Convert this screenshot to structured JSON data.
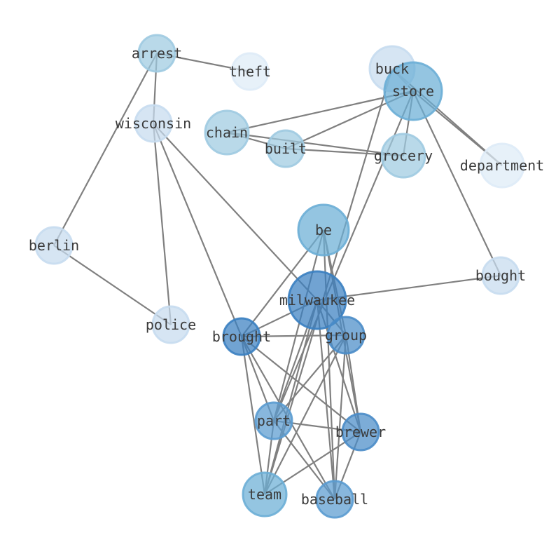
{
  "graph": {
    "nodes": [
      {
        "id": "arrest",
        "label": "arrest",
        "color": "#9ecae1",
        "level": 0.45
      },
      {
        "id": "theft",
        "label": "theft",
        "color": "#deebf7",
        "level": 0.1
      },
      {
        "id": "buck",
        "label": "buck",
        "color": "#c6dbef",
        "level": 0.25
      },
      {
        "id": "store",
        "label": "store",
        "color": "#6baed6",
        "level": 0.7
      },
      {
        "id": "wisconsin",
        "label": "wisconsin",
        "color": "#c6dbef",
        "level": 0.25
      },
      {
        "id": "chain",
        "label": "chain",
        "color": "#9ecae1",
        "level": 0.45
      },
      {
        "id": "built",
        "label": "built",
        "color": "#9ecae1",
        "level": 0.45
      },
      {
        "id": "grocery",
        "label": "grocery",
        "color": "#9ecae1",
        "level": 0.45
      },
      {
        "id": "department",
        "label": "department",
        "color": "#deebf7",
        "level": 0.1
      },
      {
        "id": "berlin",
        "label": "berlin",
        "color": "#c6dbef",
        "level": 0.25
      },
      {
        "id": "be",
        "label": "be",
        "color": "#6baed6",
        "level": 0.65
      },
      {
        "id": "bought",
        "label": "bought",
        "color": "#c6dbef",
        "level": 0.25
      },
      {
        "id": "milwaukee",
        "label": "milwaukee",
        "color": "#3a7fc1",
        "level": 1.0
      },
      {
        "id": "police",
        "label": "police",
        "color": "#c6dbef",
        "level": 0.25
      },
      {
        "id": "brought",
        "label": "brought",
        "color": "#3a7fc1",
        "level": 0.95
      },
      {
        "id": "group",
        "label": "group",
        "color": "#4a8cc8",
        "level": 0.85
      },
      {
        "id": "part",
        "label": "part",
        "color": "#5a9bd0",
        "level": 0.8
      },
      {
        "id": "brewer",
        "label": "brewer",
        "color": "#4a8cc8",
        "level": 0.85
      },
      {
        "id": "team",
        "label": "team",
        "color": "#6baed6",
        "level": 0.65
      },
      {
        "id": "baseball",
        "label": "baseball",
        "color": "#5a9bd0",
        "level": 0.8
      }
    ],
    "edges": [
      [
        "arrest",
        "theft"
      ],
      [
        "arrest",
        "wisconsin"
      ],
      [
        "arrest",
        "berlin"
      ],
      [
        "berlin",
        "police"
      ],
      [
        "wisconsin",
        "police"
      ],
      [
        "wisconsin",
        "brought"
      ],
      [
        "wisconsin",
        "milwaukee"
      ],
      [
        "buck",
        "store"
      ],
      [
        "buck",
        "department"
      ],
      [
        "buck",
        "team"
      ],
      [
        "store",
        "chain"
      ],
      [
        "store",
        "built"
      ],
      [
        "store",
        "grocery"
      ],
      [
        "store",
        "department"
      ],
      [
        "store",
        "bought"
      ],
      [
        "store",
        "part"
      ],
      [
        "chain",
        "built"
      ],
      [
        "chain",
        "grocery"
      ],
      [
        "built",
        "grocery"
      ],
      [
        "bought",
        "milwaukee"
      ],
      [
        "milwaukee",
        "brought"
      ],
      [
        "milwaukee",
        "group"
      ],
      [
        "milwaukee",
        "part"
      ],
      [
        "milwaukee",
        "team"
      ],
      [
        "milwaukee",
        "baseball"
      ],
      [
        "milwaukee",
        "brewer"
      ],
      [
        "be",
        "brought"
      ],
      [
        "be",
        "part"
      ],
      [
        "be",
        "brewer"
      ],
      [
        "be",
        "baseball"
      ],
      [
        "be",
        "group"
      ],
      [
        "brought",
        "group"
      ],
      [
        "brought",
        "team"
      ],
      [
        "brought",
        "baseball"
      ],
      [
        "brought",
        "brewer"
      ],
      [
        "brought",
        "part"
      ],
      [
        "group",
        "part"
      ],
      [
        "group",
        "team"
      ],
      [
        "group",
        "brewer"
      ],
      [
        "group",
        "baseball"
      ],
      [
        "part",
        "brewer"
      ],
      [
        "part",
        "baseball"
      ],
      [
        "part",
        "team"
      ],
      [
        "brewer",
        "team"
      ],
      [
        "brewer",
        "baseball"
      ]
    ]
  }
}
